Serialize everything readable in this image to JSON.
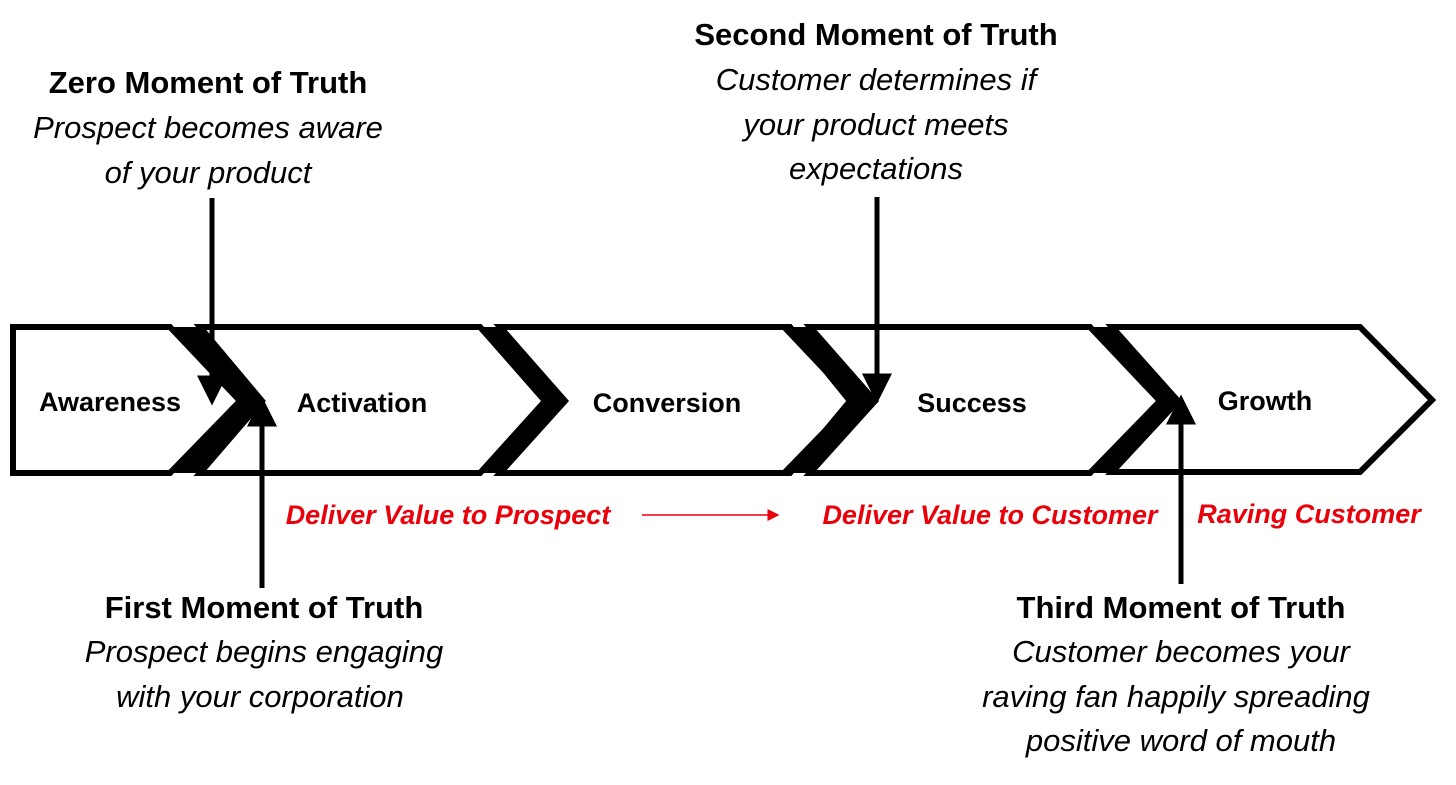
{
  "colors": {
    "outline": "#000000",
    "accent_red": "#e8000b",
    "background": "#ffffff"
  },
  "stages": [
    {
      "id": "awareness",
      "label": "Awareness"
    },
    {
      "id": "activation",
      "label": "Activation"
    },
    {
      "id": "conversion",
      "label": "Conversion"
    },
    {
      "id": "success",
      "label": "Success"
    },
    {
      "id": "growth",
      "label": "Growth"
    }
  ],
  "moments": {
    "zero": {
      "title": "Zero Moment of Truth",
      "desc": [
        "Prospect becomes aware",
        "of your product"
      ]
    },
    "first": {
      "title": "First Moment of Truth",
      "desc": [
        "Prospect begins engaging",
        "with your corporation"
      ]
    },
    "second": {
      "title": "Second Moment of Truth",
      "desc": [
        "Customer determines if",
        "your product meets",
        "expectations"
      ]
    },
    "third": {
      "title": "Third Moment of Truth",
      "desc": [
        "Customer becomes your",
        "raving fan happily spreading",
        "positive word of mouth"
      ]
    }
  },
  "value_labels": {
    "prospect": "Deliver Value to Prospect",
    "customer": "Deliver Value to Customer",
    "raving": "Raving Customer"
  }
}
